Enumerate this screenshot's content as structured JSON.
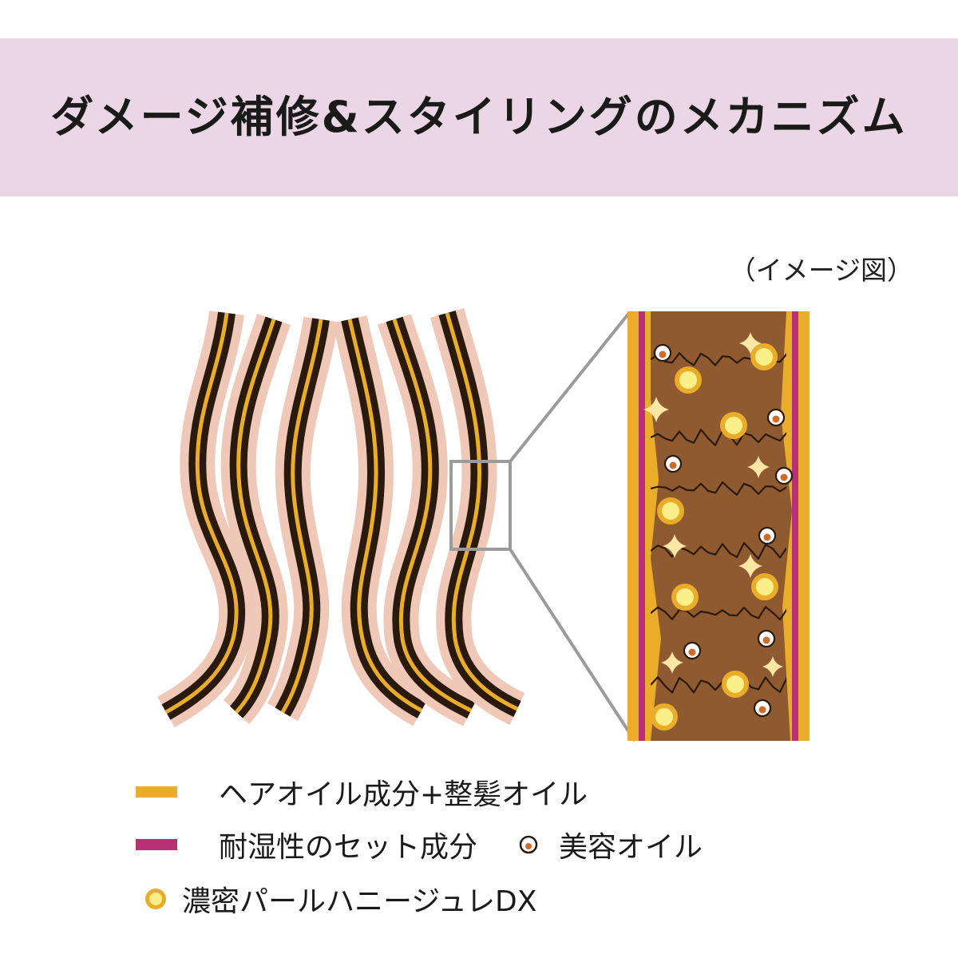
{
  "title": "ダメージ補修&スタイリングのメカニズム",
  "note": "（イメージ図）",
  "colors": {
    "banner": "#ead6e4",
    "hair_outer": "#efc8b8",
    "hair_core": "#2a1a0e",
    "oil_gold": "#e9ad2a",
    "set_magenta": "#b83177",
    "cortex_brown": "#8f5a30",
    "pearl_yellow": "#f6dd3c",
    "sparkle": "#fae7a5"
  },
  "legend": {
    "oil": {
      "label": "ヘアオイル成分+整髪オイル",
      "icon": "gold-bar-swatch"
    },
    "set": {
      "label": "耐湿性のセット成分",
      "icon": "magenta-bar-swatch"
    },
    "beauty_oil": {
      "label": "美容オイル",
      "icon": "oil-droplet-icon"
    },
    "pearl": {
      "label": "濃密パールハニージュレDX",
      "icon": "pearl-circle-icon"
    }
  }
}
